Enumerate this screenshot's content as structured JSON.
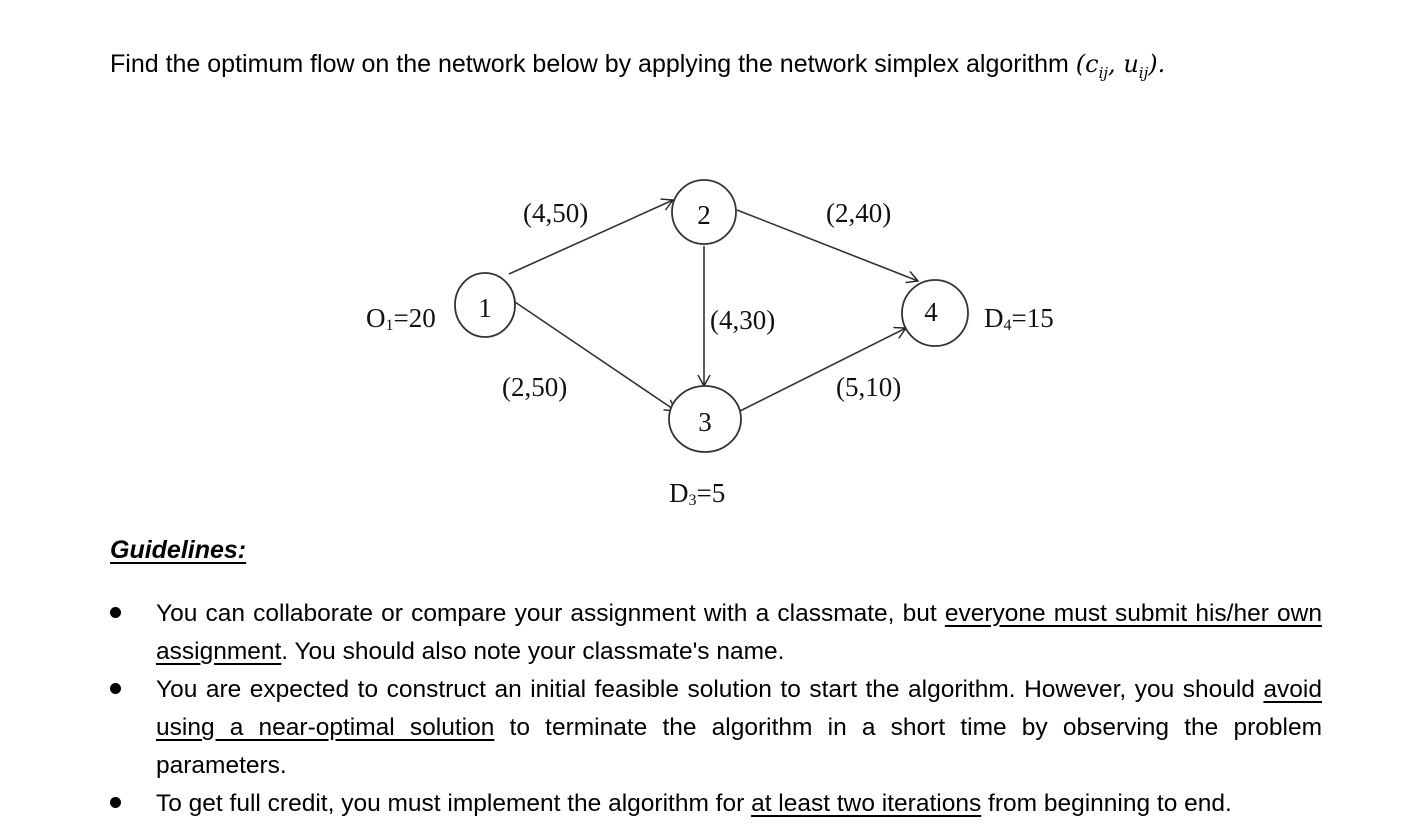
{
  "question": {
    "text": "Find the optimum flow on the network below by applying the network simplex algorithm",
    "notation_open": "(",
    "c_symbol": "c",
    "c_sub": "ij",
    "sep": ", ",
    "u_symbol": "u",
    "u_sub": "ij",
    "notation_close": ")."
  },
  "network": {
    "nodes": [
      {
        "id": "1",
        "label": "1"
      },
      {
        "id": "2",
        "label": "2"
      },
      {
        "id": "3",
        "label": "3"
      },
      {
        "id": "4",
        "label": "4"
      }
    ],
    "arcs": [
      {
        "from": "1",
        "to": "2",
        "label": "(4,50)"
      },
      {
        "from": "1",
        "to": "3",
        "label": "(2,50)"
      },
      {
        "from": "2",
        "to": "3",
        "label": "(4,30)"
      },
      {
        "from": "2",
        "to": "4",
        "label": "(2,40)"
      },
      {
        "from": "3",
        "to": "4",
        "label": "(5,10)"
      }
    ],
    "supply_node1": {
      "prefix": "O",
      "sub": "1",
      "suffix": "=20"
    },
    "demand_node3": {
      "prefix": "D",
      "sub": "3",
      "suffix": "=5"
    },
    "demand_node4": {
      "prefix": "D",
      "sub": "4",
      "suffix": "=15"
    }
  },
  "guidelines": {
    "heading": "Guidelines:",
    "items": [
      {
        "before": "You can collaborate or compare your assignment with a classmate, but ",
        "underlined": "everyone must submit his/her own assignment",
        "after": ". You should also note your classmate's name."
      },
      {
        "before": "You are expected to construct an initial feasible solution to start the algorithm. However, you should ",
        "underlined": "avoid using a near-optimal solution",
        "after": " to terminate the algorithm in a short time by observing the problem parameters."
      },
      {
        "before": "To get full credit, you must implement the algorithm for ",
        "underlined": "at least two iterations",
        "after": " from beginning to end."
      }
    ]
  }
}
